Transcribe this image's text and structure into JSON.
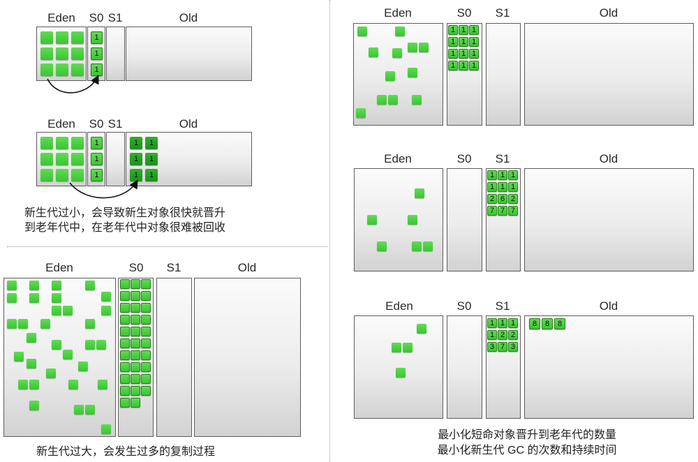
{
  "captions": {
    "top_left_line1": "新生代过小，会导致新生对象很快就晋升",
    "top_left_line2": "到老年代中，在老年代中对象很难被回收",
    "bottom_left": "新生代过大，会发生过多的复制过程",
    "right_line1": "最小化短命对象晋升到老年代的数量",
    "right_line2": "最小化新生代 GC 的次数和持续时间"
  },
  "diagrams": [
    {
      "id": "small-young-1",
      "labels": {
        "eden": "Eden",
        "s0": "S0",
        "s1": "S1",
        "old": "Old"
      },
      "s0_ages": [
        "1",
        "1",
        "1"
      ],
      "old_ages": []
    },
    {
      "id": "small-young-2",
      "labels": {
        "eden": "Eden",
        "s0": "S0",
        "s1": "S1",
        "old": "Old"
      },
      "s0_ages": [
        "1",
        "1",
        "1"
      ],
      "old_ages": [
        "1",
        "1",
        "1",
        "1",
        "1",
        "1"
      ]
    },
    {
      "id": "large-young",
      "labels": {
        "eden": "Eden",
        "s0": "S0",
        "s1": "S1",
        "old": "Old"
      }
    },
    {
      "id": "balanced-1",
      "labels": {
        "eden": "Eden",
        "s0": "S0",
        "s1": "S1",
        "old": "Old"
      },
      "s0_ages": [
        "1",
        "1",
        "1",
        "1",
        "1",
        "1",
        "1",
        "1",
        "1",
        "1",
        "1",
        "1"
      ]
    },
    {
      "id": "balanced-2",
      "labels": {
        "eden": "Eden",
        "s0": "S0",
        "s1": "S1",
        "old": "Old"
      },
      "s1_ages": [
        "1",
        "1",
        "1",
        "1",
        "1",
        "1",
        "2",
        "6",
        "2",
        "7",
        "7",
        "7"
      ]
    },
    {
      "id": "balanced-3",
      "labels": {
        "eden": "Eden",
        "s0": "S0",
        "s1": "S1",
        "old": "Old"
      },
      "s1_ages": [
        "1",
        "1",
        "1",
        "1",
        "2",
        "2",
        "3",
        "7",
        "3"
      ],
      "old_ages": [
        "8",
        "8",
        "8"
      ]
    }
  ],
  "colors": {
    "object": "#48cc3c",
    "object_dark": "#22961f",
    "region_border": "#5c5c5c",
    "divider": "#9a9a9a"
  }
}
